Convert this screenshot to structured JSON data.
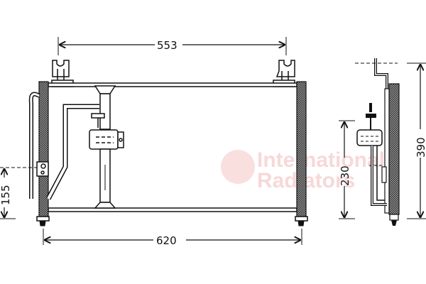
{
  "diagram": {
    "subject": "A/C condenser with receiver-drier, front and side views",
    "dimensions": {
      "top_width": "553",
      "bottom_width": "620",
      "left_height": "155",
      "side_inner_height": "230",
      "side_total_height": "390"
    },
    "watermark": {
      "line1": "International",
      "line2": "Radiators"
    },
    "colors": {
      "line": "#111111",
      "core_hatch": "#777777",
      "watermark": "#f2b9b9",
      "background": "#ffffff"
    }
  }
}
